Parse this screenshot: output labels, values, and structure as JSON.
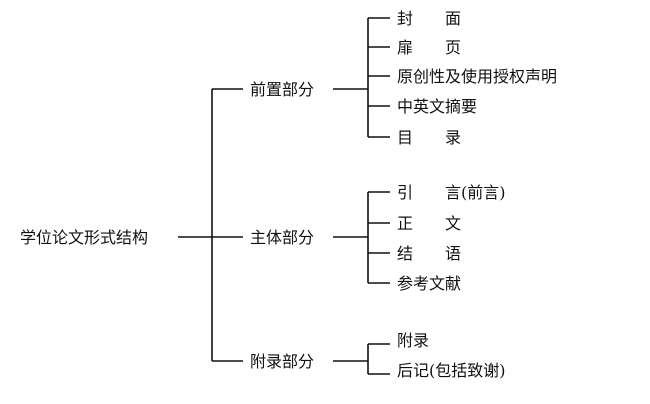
{
  "root": {
    "label": "学位论文形式结构"
  },
  "sections": [
    {
      "label": "前置部分",
      "children": [
        "封　　面",
        "扉　　页",
        "原创性及使用授权声明",
        "中英文摘要",
        "目　　录"
      ]
    },
    {
      "label": "主体部分",
      "children": [
        "引　　言(前言)",
        "正　　文",
        "结　　语",
        "参考文献"
      ]
    },
    {
      "label": "附录部分",
      "children": [
        "附录",
        "后记(包括致谢)"
      ]
    }
  ]
}
